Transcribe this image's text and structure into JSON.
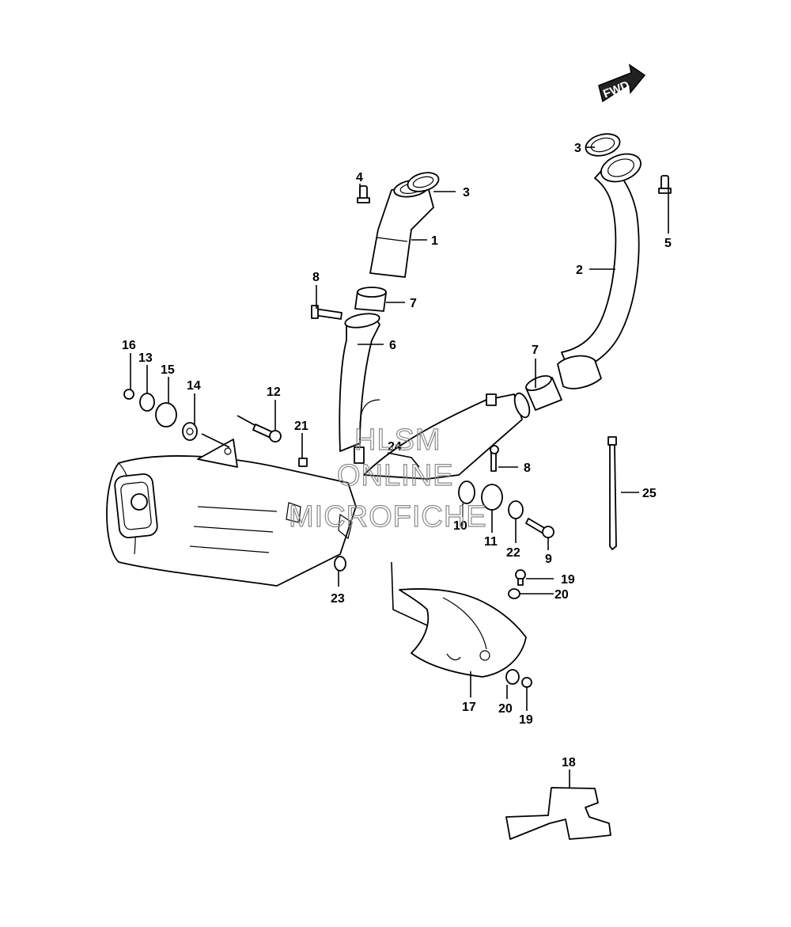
{
  "fwd_label": "FWD",
  "watermark": {
    "line1": "HLSM",
    "line2": "ONLINE",
    "line3": "MICROFICHE"
  },
  "callouts": {
    "c1": "1",
    "c2": "2",
    "c3a": "3",
    "c3b": "3",
    "c4": "4",
    "c5": "5",
    "c6": "6",
    "c7a": "7",
    "c7b": "7",
    "c8a": "8",
    "c8b": "8",
    "c9": "9",
    "c10": "10",
    "c11": "11",
    "c12": "12",
    "c13": "13",
    "c14": "14",
    "c15": "15",
    "c16": "16",
    "c17": "17",
    "c18": "18",
    "c19a": "19",
    "c19b": "19",
    "c20a": "20",
    "c20b": "20",
    "c21": "21",
    "c22": "22",
    "c23": "23",
    "c24": "24",
    "c25": "25"
  }
}
